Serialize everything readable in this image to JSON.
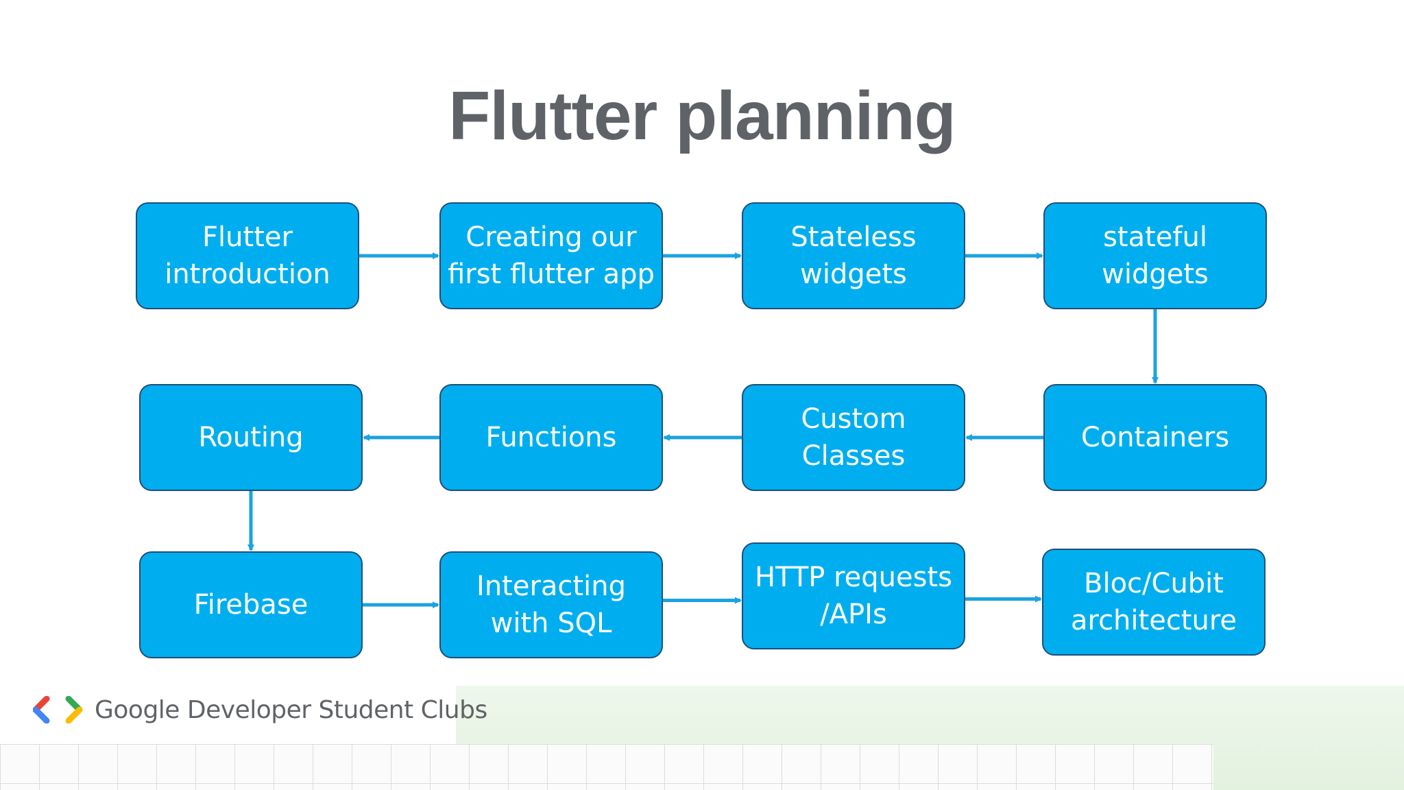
{
  "title": "Flutter planning",
  "nodes": {
    "flutter_intro": "Flutter\nintroduction",
    "first_app": "Creating our\nfirst flutter app",
    "stateless": "Stateless\nwidgets",
    "stateful": "stateful\nwidgets",
    "routing": "Routing",
    "functions": "Functions",
    "custom_classes": "Custom\nClasses",
    "containers": "Containers",
    "firebase": "Firebase",
    "sql": "Interacting\nwith SQL",
    "http": "HTTP requests\n/APIs",
    "bloc": "Bloc/Cubit\narchitecture"
  },
  "edges": [
    [
      "flutter_intro",
      "first_app"
    ],
    [
      "first_app",
      "stateless"
    ],
    [
      "stateless",
      "stateful"
    ],
    [
      "stateful",
      "containers"
    ],
    [
      "containers",
      "custom_classes"
    ],
    [
      "custom_classes",
      "functions"
    ],
    [
      "functions",
      "routing"
    ],
    [
      "routing",
      "firebase"
    ],
    [
      "firebase",
      "sql"
    ],
    [
      "sql",
      "http"
    ],
    [
      "http",
      "bloc"
    ]
  ],
  "colors": {
    "node_fill": "#00aeef",
    "node_border": "#1f4e79",
    "arrow": "#1aa3e0",
    "title": "#5f6368"
  },
  "footer": {
    "brand_text": "Google Developer Student Clubs",
    "logo_icon": "gdsc-brackets-icon"
  }
}
